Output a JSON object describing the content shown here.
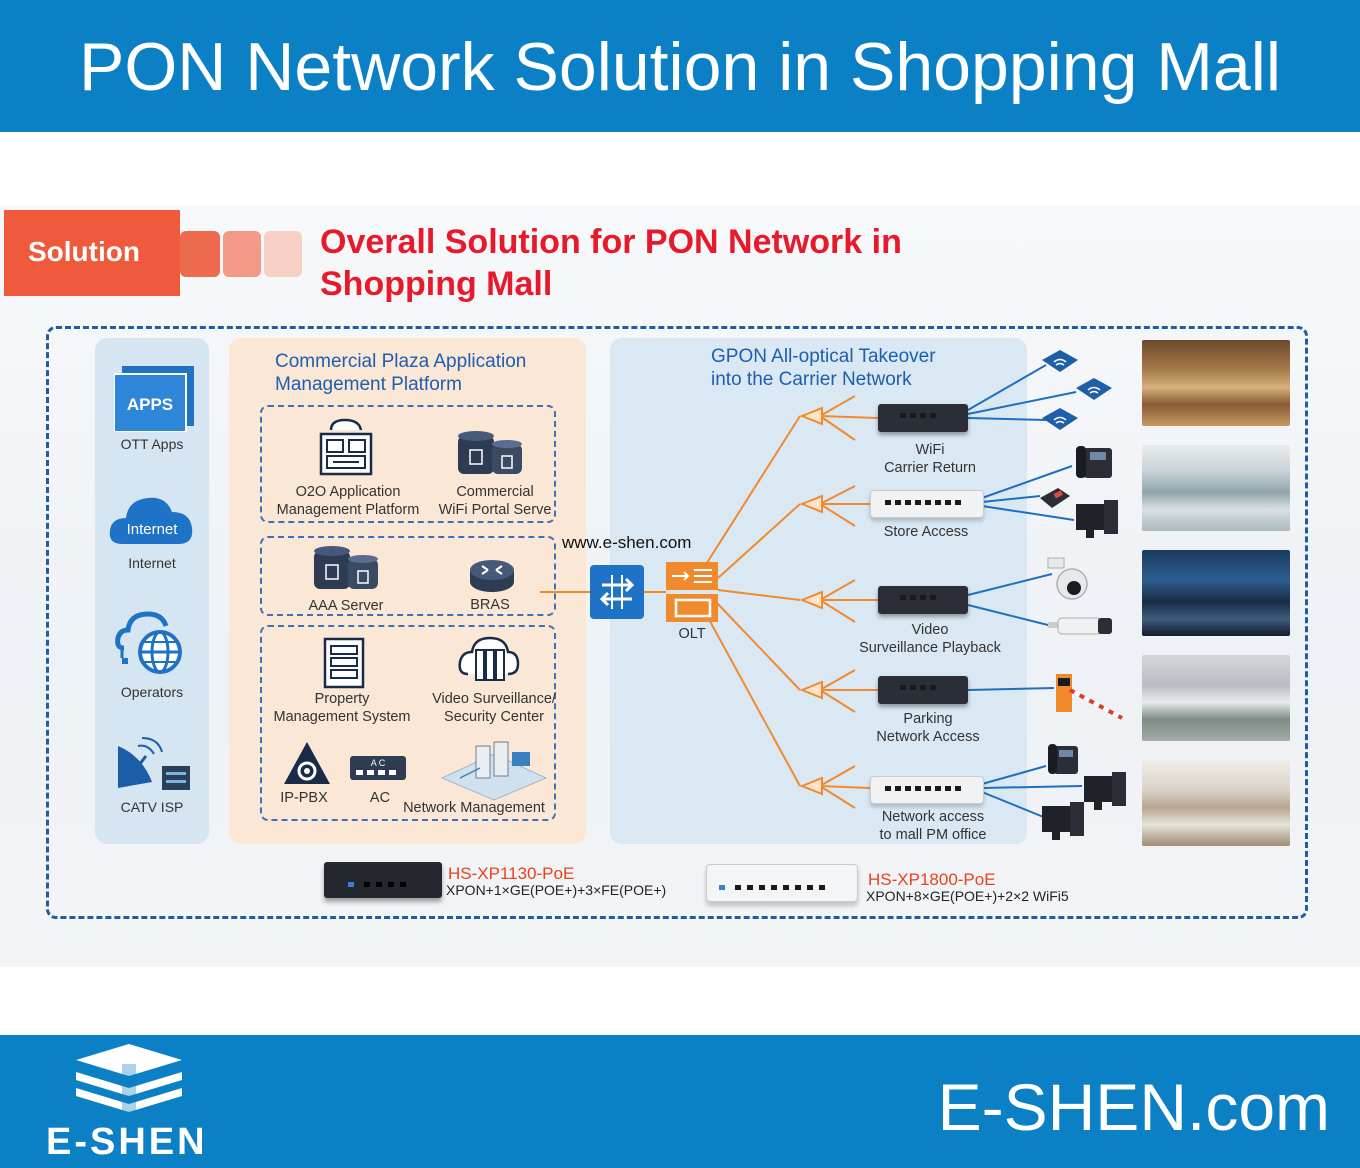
{
  "header": {
    "title": "PON Network Solution in Shopping Mall"
  },
  "footer": {
    "brand": "E-SHEN.com",
    "logo_text": "E-SHEN"
  },
  "solution_tab": {
    "label": "Solution"
  },
  "diagram_title": {
    "line1": "Overall Solution for PON Network in",
    "line2": "Shopping Mall"
  },
  "sources": {
    "apps_badge": "APPS",
    "ott_apps": "OTT Apps",
    "internet_badge": "Internet",
    "internet": "Internet",
    "operators": "Operators",
    "catv_isp": "CATV ISP"
  },
  "platform": {
    "title_line1": "Commercial Plaza Application",
    "title_line2": "Management Platform",
    "o2o_line1": "O2O Application",
    "o2o_line2": "Management Platform",
    "wifi_portal_line1": "Commercial",
    "wifi_portal_line2": "WiFi Portal Serve",
    "aaa": "AAA Server",
    "bras": "BRAS",
    "property_line1": "Property",
    "property_line2": "Management System",
    "video_line1": "Video Surveillance/",
    "video_line2": "Security Center",
    "ip_pbx": "IP-PBX",
    "ac": "AC",
    "ac_badge": "A C",
    "network_mgmt": "Network Management"
  },
  "watermark": "www.e-shen.com",
  "olt": {
    "label": "OLT"
  },
  "gpon": {
    "title_line1": "GPON All-optical Takeover",
    "title_line2": "into the Carrier Network",
    "branches": [
      {
        "line1": "WiFi",
        "line2": "Carrier Return"
      },
      {
        "line1": "Store Access",
        "line2": ""
      },
      {
        "line1": "Video",
        "line2": "Surveillance Playback"
      },
      {
        "line1": "Parking",
        "line2": "Network Access"
      },
      {
        "line1": "Network access",
        "line2": "to mall PM office"
      }
    ]
  },
  "products": [
    {
      "model": "HS-XP1130-PoE",
      "desc": "XPON+1×GE(POE+)+3×FE(POE+)"
    },
    {
      "model": "HS-XP1800-PoE",
      "desc": "XPON+8×GE(POE+)+2×2 WiFi5"
    }
  ],
  "colors": {
    "banner_blue": "#0b80c4",
    "title_red": "#e7192a",
    "tab_orange": "#ee5a3b",
    "fiber_orange": "#f08a2c",
    "link_blue": "#1e6fbf",
    "model_orange": "#e8431a"
  },
  "icons": [
    "apps-icon",
    "cloud-icon",
    "globe-cloud-icon",
    "satellite-dish-icon",
    "server-building-icon",
    "database-icon",
    "router-icon",
    "server-rack-icon",
    "video-server-icon",
    "triangle-gear-icon",
    "ac-controller-icon",
    "network-management-icon",
    "switch-icon",
    "olt-icon",
    "splitter-icon",
    "wifi-ap-icon",
    "phone-icon",
    "pos-terminal-icon",
    "computer-icon",
    "dome-camera-icon",
    "bullet-camera-icon",
    "parking-barrier-icon"
  ]
}
